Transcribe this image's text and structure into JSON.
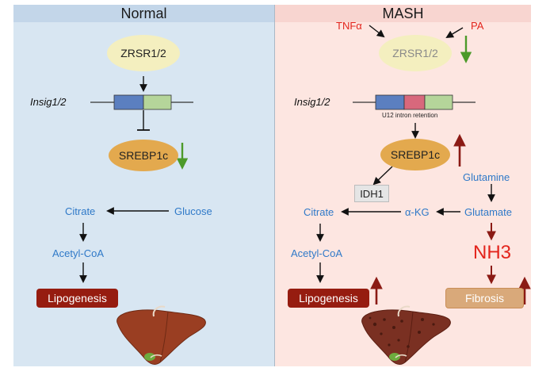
{
  "panels": {
    "normal": {
      "title": "Normal",
      "zrsr": "ZRSR1/2",
      "gene": "Insig1/2",
      "srebp": "SREBP1c",
      "citrate": "Citrate",
      "glucose": "Glucose",
      "acetyl": "Acetyl-CoA",
      "lipogenesis": "Lipogenesis"
    },
    "mash": {
      "title": "MASH",
      "tnf": "TNFα",
      "pa": "PA",
      "zrsr": "ZRSR1/2",
      "gene": "Insig1/2",
      "intron": "U12 intron retention",
      "srebp": "SREBP1c",
      "idh": "IDH1",
      "glutamine": "Glutamine",
      "citrate": "Citrate",
      "akg": "α-KG",
      "glutamate": "Glutamate",
      "acetyl": "Acetyl-CoA",
      "nh3": "NH3",
      "lipogenesis": "Lipogenesis",
      "fibrosis": "Fibrosis"
    }
  },
  "colors": {
    "normal_bg": "#d8e6f2",
    "mash_bg": "#fde6e1",
    "metabolite": "#2f79c8",
    "inducer": "#e3241c",
    "down_arrow": "#4c9a2a",
    "up_arrow": "#8b1a14",
    "exon_blue": "#5b7fc0",
    "exon_green": "#b5d59a",
    "intron_pink": "#d8687c"
  },
  "icons": [
    "liver-icon",
    "fatty-liver-icon"
  ]
}
